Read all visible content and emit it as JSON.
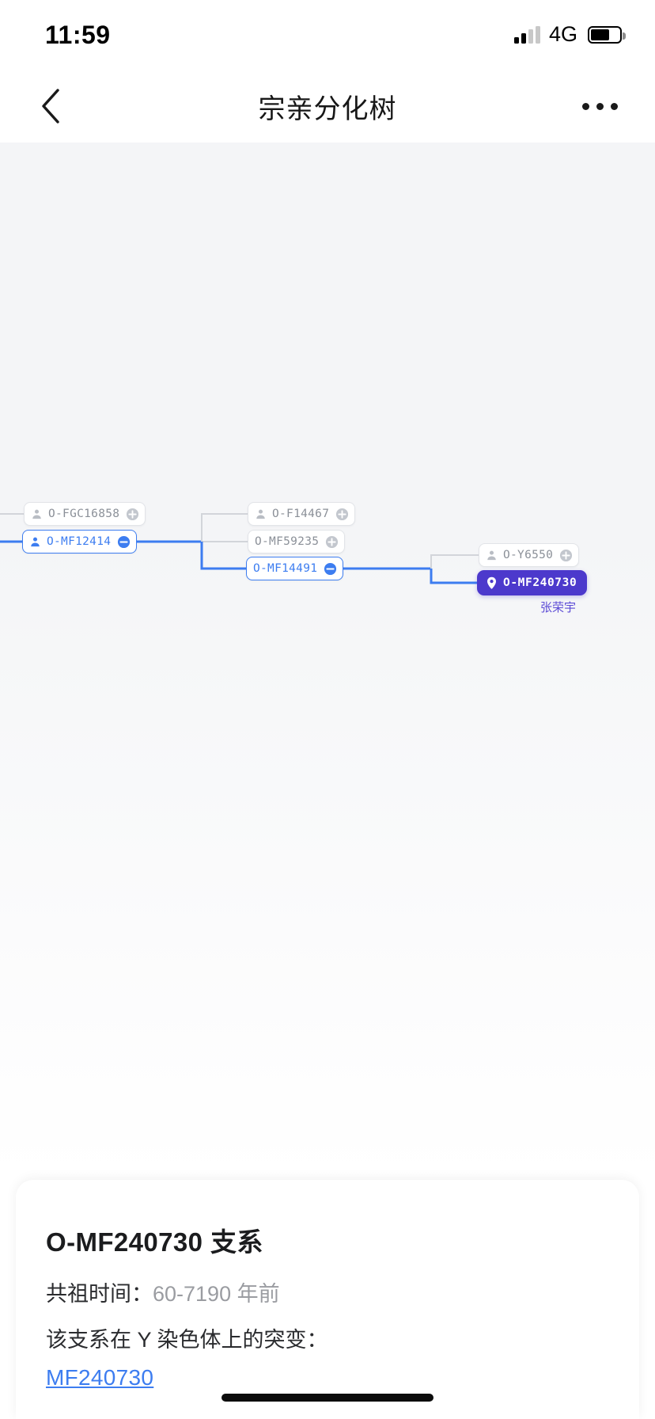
{
  "status_bar": {
    "time": "11:59",
    "network_label": "4G",
    "signal_icon": "cellular-signal-icon",
    "battery_icon": "battery-icon",
    "battery_level_percent": 66
  },
  "nav_bar": {
    "back_icon": "chevron-left-icon",
    "title": "宗亲分化树",
    "more_icon": "ellipsis-icon"
  },
  "colors": {
    "accent_blue": "#3d7df0",
    "current_purple": "#4c39cc",
    "muted_text": "#8b9098",
    "canvas_bg": "#f4f5f7",
    "link_blue": "#3d7df0"
  },
  "tree": {
    "nodes": [
      {
        "id": "O-FGC16858",
        "label": "O-FGC16858",
        "state": "collapsed",
        "has_person_icon": true,
        "toggle_icon": "plus-circle-icon",
        "style": "default"
      },
      {
        "id": "O-MF12414",
        "label": "O-MF12414",
        "state": "expanded",
        "has_person_icon": true,
        "toggle_icon": "minus-circle-icon",
        "style": "selected-blue"
      },
      {
        "id": "O-F14467",
        "label": "O-F14467",
        "state": "collapsed",
        "has_person_icon": true,
        "toggle_icon": "plus-circle-icon",
        "style": "default"
      },
      {
        "id": "O-MF59235",
        "label": "O-MF59235",
        "state": "collapsed",
        "has_person_icon": false,
        "toggle_icon": "plus-circle-icon",
        "style": "default"
      },
      {
        "id": "O-MF14491",
        "label": "O-MF14491",
        "state": "expanded",
        "has_person_icon": false,
        "toggle_icon": "minus-circle-icon",
        "style": "selected-blue"
      },
      {
        "id": "O-Y6550",
        "label": "O-Y6550",
        "state": "collapsed",
        "has_person_icon": true,
        "toggle_icon": "plus-circle-icon",
        "style": "default"
      },
      {
        "id": "O-MF240730",
        "label": "O-MF240730",
        "state": "current",
        "has_person_icon": false,
        "toggle_icon": "location-pin-icon",
        "style": "current"
      }
    ],
    "current_node_person_name": "张荣宇"
  },
  "detail_card": {
    "title": "O-MF240730 支系",
    "age_label": "共祖时间：",
    "age_value": "60-7190 年前",
    "mutation_label": "该支系在 Y 染色体上的突变：",
    "mutation_value": "MF240730"
  }
}
